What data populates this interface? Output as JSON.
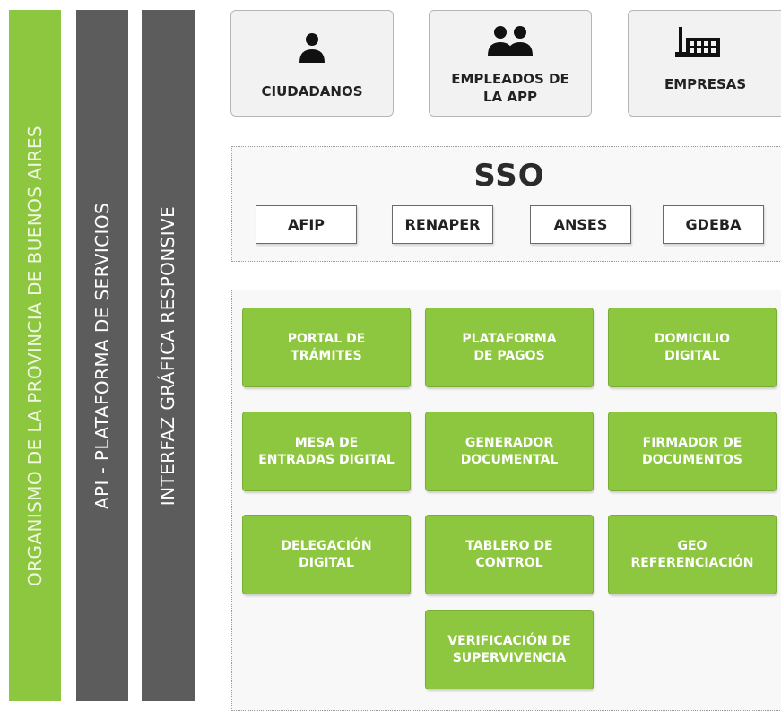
{
  "bars": {
    "organismo": "ORGANISMO DE LA PROVINCIA DE BUENOS AIRES",
    "api": "API - PLATAFORMA DE SERVICIOS",
    "interfaz": "INTERFAZ GRÁFICA RESPONSIVE"
  },
  "users": {
    "ciudadanos": "CIUDADANOS",
    "empleados": "EMPLEADOS DE\nLA APP",
    "empresas": "EMPRESAS"
  },
  "sso": {
    "title": "SSO",
    "providers": [
      "AFIP",
      "RENAPER",
      "ANSES",
      "GDEBA"
    ]
  },
  "services": [
    "PORTAL DE\nTRÁMITES",
    "PLATAFORMA\nDE PAGOS",
    "DOMICILIO\nDIGITAL",
    "MESA DE\nENTRADAS DIGITAL",
    "GENERADOR\nDOCUMENTAL",
    "FIRMADOR DE\nDOCUMENTOS",
    "DELEGACIÓN\nDIGITAL",
    "TABLERO DE\nCONTROL",
    "GEO\nREFERENCIACIÓN",
    "VERIFICACIÓN DE\nSUPERVIVENCIA"
  ],
  "icons": {
    "ciudadanos": "person-icon",
    "empleados": "people-icon",
    "empresas": "factory-icon"
  },
  "colors": {
    "green": "#8dc63f",
    "gray": "#5c5c5c"
  }
}
